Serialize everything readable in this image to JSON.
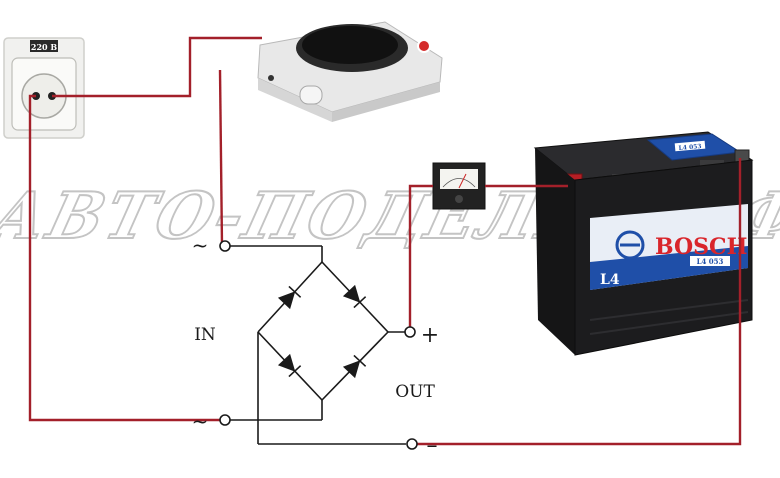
{
  "outlet": {
    "voltage_label": "220 В"
  },
  "watermark": {
    "text": "АВТО-ПОДЕЛКИ.РФ"
  },
  "bridge": {
    "terminal_ac_top": "~",
    "terminal_ac_bottom": "~",
    "input_label": "IN",
    "output_label": "OUT",
    "terminal_plus": "+",
    "terminal_minus": "–"
  },
  "battery": {
    "brand": "BOSCH",
    "model": "L4",
    "label_code": "L4 053",
    "sticker": "L4 053"
  },
  "colors": {
    "wire": "#a3202a",
    "line": "#1a1a1a",
    "battery_body": "#1c1c1e",
    "battery_label": "#1f4fa8",
    "brand_red": "#d9252b",
    "watermark": "#c9c9c9"
  }
}
